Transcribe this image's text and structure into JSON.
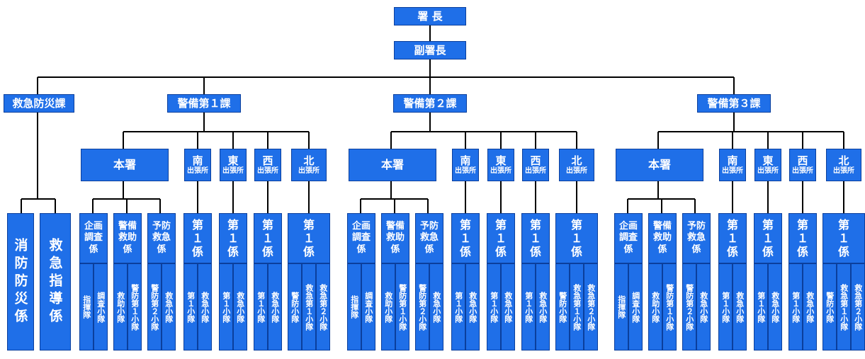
{
  "colors": {
    "box": "#1f6fe8",
    "box_border": "#0b3f9c",
    "line": "#000000",
    "text": "#ffffff"
  },
  "chief": "署 長",
  "deputy": "副署長",
  "sections": {
    "kyukyu": {
      "title": "救急防災課",
      "units": [
        "消防防災係",
        "救急指導係"
      ]
    },
    "keibi1": {
      "title": "警備第１課"
    },
    "keibi2": {
      "title": "警備第２課"
    },
    "keibi3": {
      "title": "警備第３課"
    }
  },
  "honsho": "本署",
  "branch_sub": "出張所",
  "branches": [
    "南",
    "東",
    "西",
    "北"
  ],
  "kikaku": {
    "name": [
      "企画",
      "調査",
      "係"
    ],
    "units": [
      "指揮隊",
      "調査小隊"
    ]
  },
  "keibi_kyujo": {
    "name": [
      "警備",
      "救助",
      "係"
    ],
    "units": [
      "救助小隊",
      "警防第１小隊"
    ]
  },
  "yobo": {
    "name": [
      "予防",
      "救急",
      "係"
    ],
    "units": [
      "警防第２小隊",
      "救急小隊"
    ]
  },
  "dai1": [
    "第",
    "１",
    "係"
  ],
  "branch_units_std": [
    "第１小隊",
    "救急小隊"
  ],
  "branch_units_kita": [
    "警防小隊",
    "救急第１小隊",
    "救急第２小隊"
  ]
}
